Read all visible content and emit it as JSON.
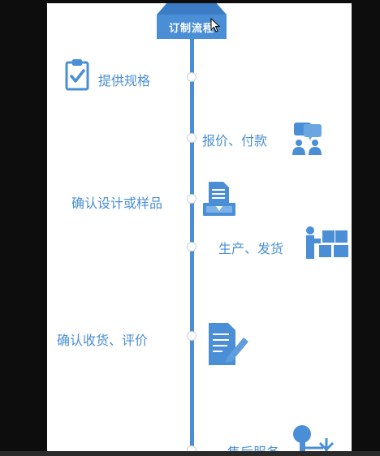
{
  "header": {
    "title": "订制流程"
  },
  "steps": [
    {
      "label": "提供规格",
      "icon": "clipboard-check-icon"
    },
    {
      "label": "报价、付款",
      "icon": "consultation-icon"
    },
    {
      "label": "确认设计或样品",
      "icon": "document-download-icon"
    },
    {
      "label": "生产、发货",
      "icon": "boxes-icon"
    },
    {
      "label": "确认收货、评价",
      "icon": "document-edit-icon"
    },
    {
      "label": "售后服务",
      "icon": "support-icon"
    }
  ],
  "colors": {
    "accent": "#4a8fd6",
    "node_border": "#c9cfd6"
  }
}
